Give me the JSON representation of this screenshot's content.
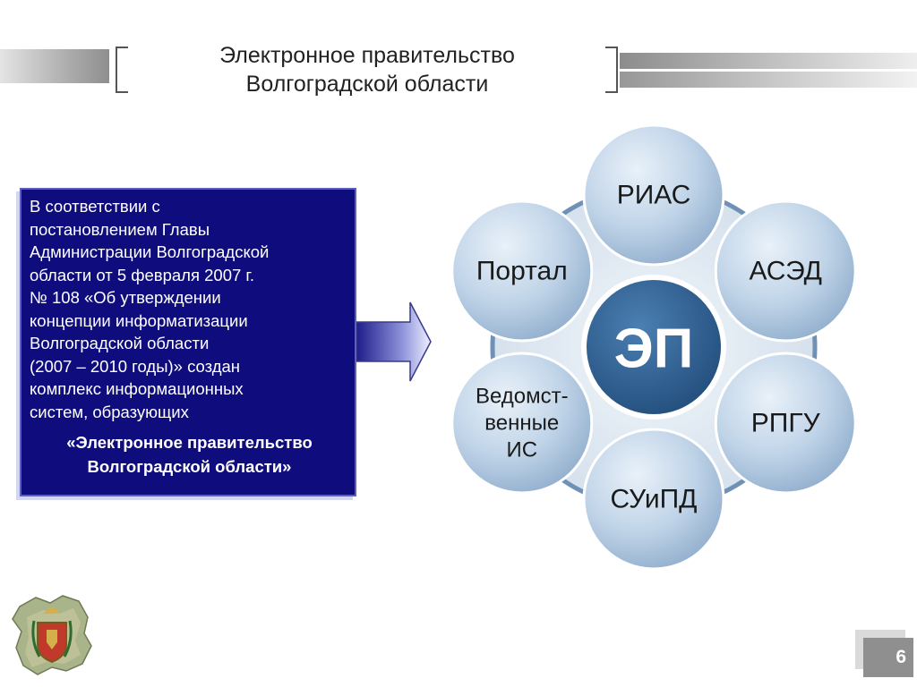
{
  "slide": {
    "title_lines": [
      "Электронное правительство",
      "Волгоградской области"
    ],
    "page_number": "6"
  },
  "info_box": {
    "lines": [
      "В соответствии с",
      "постановлением Главы",
      "Администрации Волгоградской",
      "области от 5 февраля 2007 г.",
      "№ 108 «Об утверждении",
      "концепции информатизации",
      "Волгоградской области",
      "(2007 – 2010 годы)» создан",
      "комплекс информационных",
      "систем, образующих"
    ],
    "emphasis_lines": [
      "«Электронное правительство",
      "Волгоградской области»"
    ]
  },
  "diagram": {
    "center": "ЭП",
    "satellites": [
      {
        "lines": [
          "РИАС"
        ]
      },
      {
        "lines": [
          "АСЭД"
        ]
      },
      {
        "lines": [
          "РПГУ"
        ]
      },
      {
        "lines": [
          "СУиПД"
        ]
      },
      {
        "lines": [
          "Ведомст-",
          "венные",
          "ИС"
        ]
      },
      {
        "lines": [
          "Портал"
        ]
      }
    ],
    "colors": {
      "center_fill": "#2f6396",
      "center_text": "#ffffff",
      "satellite_fill": "#b8cde2",
      "satellite_text": "#1a1a1a",
      "ring_fill": "#e0e9f2",
      "ring_stroke": "#6f91b5"
    }
  },
  "decor": {
    "arrow_icon": "arrow-right-icon",
    "emblem_icon": "volgograd-region-emblem-icon"
  }
}
